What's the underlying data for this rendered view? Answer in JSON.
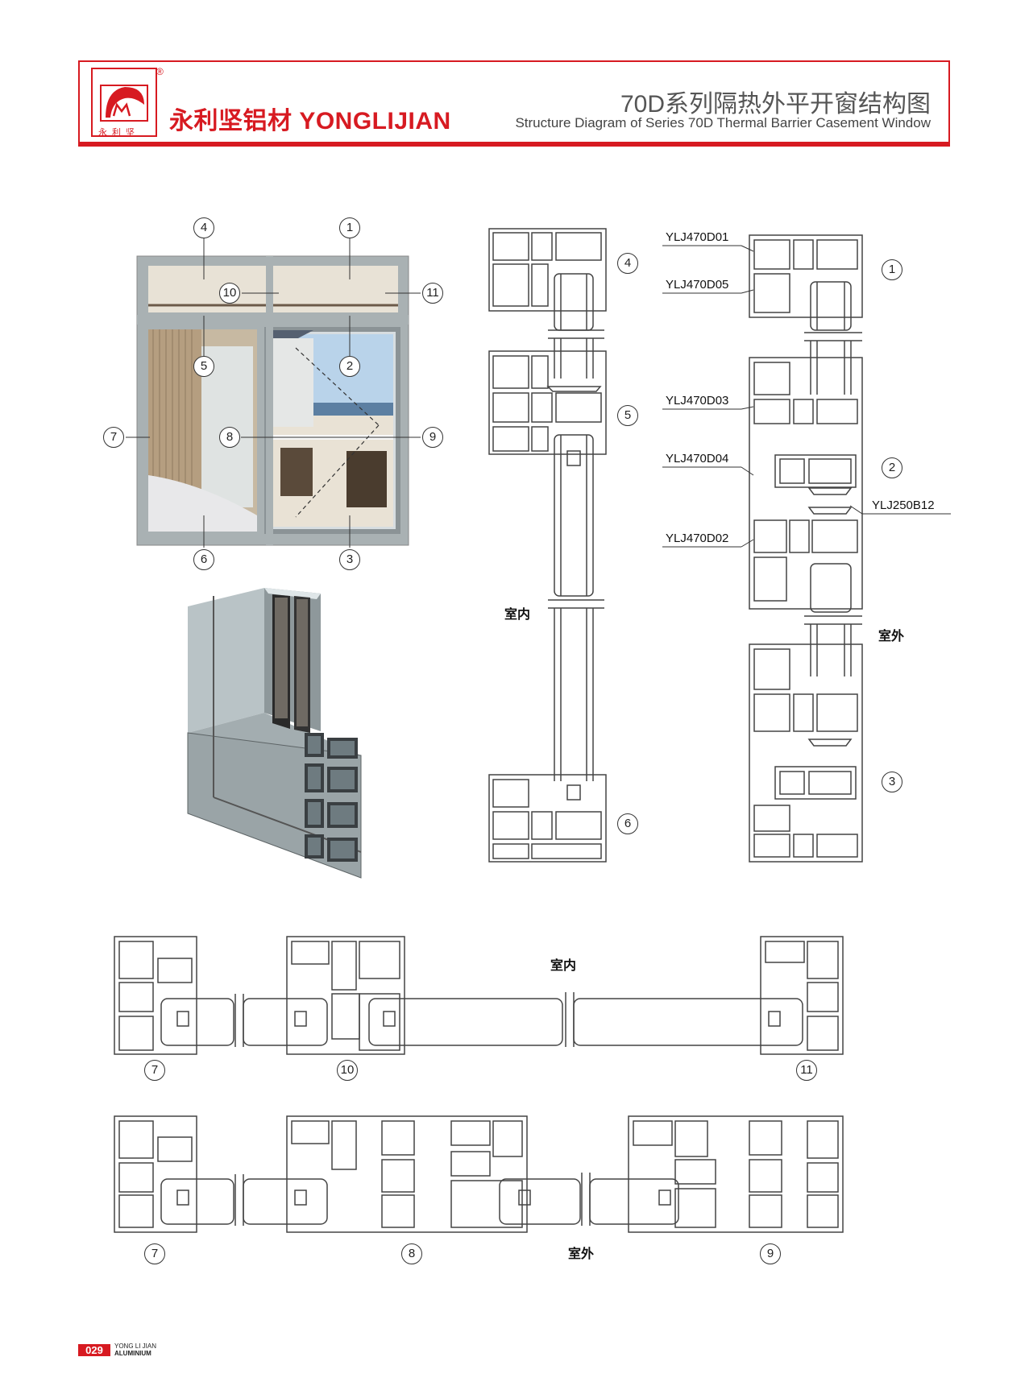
{
  "header": {
    "brand": "永利坚铝材 YONGLIJIAN",
    "logo_text": "永利坚",
    "registered_mark": "®",
    "title_cn": "70D系列隔热外平开窗结构图",
    "title_en": "Structure Diagram of Series 70D Thermal Barrier Casement Window"
  },
  "window_elevation": {
    "callouts": [
      "1",
      "2",
      "3",
      "4",
      "5",
      "6",
      "7",
      "8",
      "9",
      "10",
      "11"
    ]
  },
  "vertical_section_left": {
    "callouts": [
      "4",
      "5",
      "6"
    ],
    "interior_label": "室内"
  },
  "vertical_section_right": {
    "callouts": [
      "1",
      "2",
      "3"
    ],
    "part_codes": [
      "YLJ470D01",
      "YLJ470D05",
      "YLJ470D03",
      "YLJ470D04",
      "YLJ250B12",
      "YLJ470D02"
    ],
    "exterior_label": "室外"
  },
  "horizontal_section_top": {
    "callouts": [
      "7",
      "10",
      "11"
    ],
    "interior_label": "室内"
  },
  "horizontal_section_bottom": {
    "callouts": [
      "7",
      "8",
      "9"
    ],
    "exterior_label": "室外"
  },
  "footer": {
    "page_number": "029",
    "line1": "YONG LI JIAN",
    "line2": "ALUMINIUM"
  },
  "colors": {
    "brand_red": "#d71a21",
    "frame_gray": "#a9b1b3",
    "profile_line": "#444444"
  }
}
